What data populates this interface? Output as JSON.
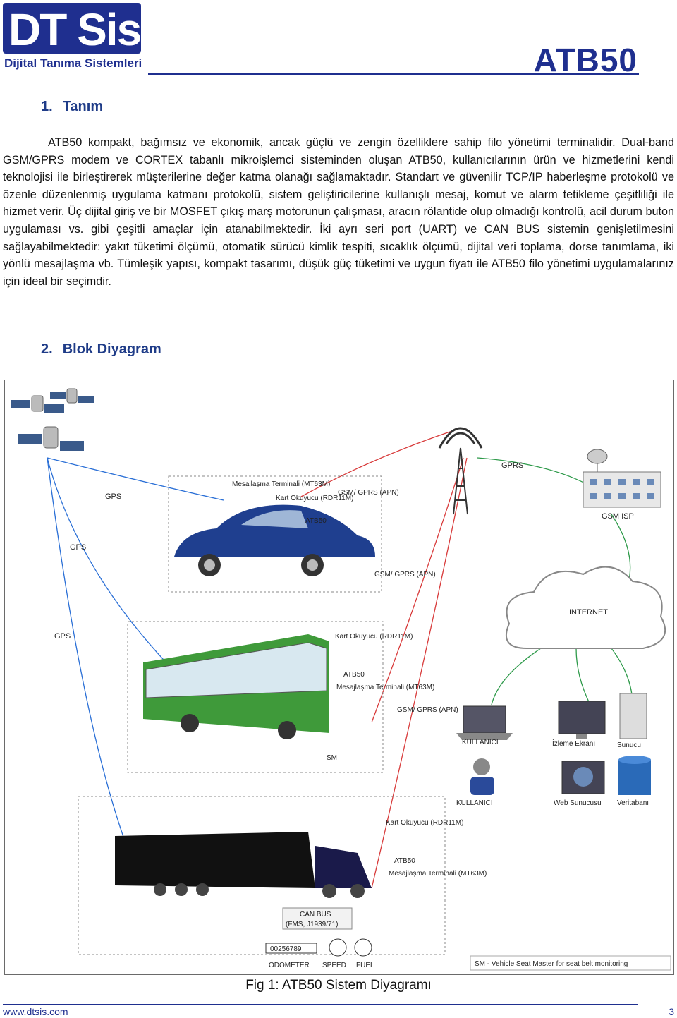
{
  "header": {
    "logo_text": "DT Sis",
    "logo_subtitle": "Dijital Tanıma Sistemleri",
    "product_code": "ATB50"
  },
  "section1": {
    "number": "1.",
    "title": "Tanım",
    "body": "ATB50 kompakt, bağımsız ve ekonomik, ancak güçlü ve zengin özelliklere sahip filo yönetimi terminalidir. Dual-band GSM/GPRS modem ve CORTEX tabanlı mikroişlemci sisteminden oluşan ATB50, kullanıcılarının ürün ve hizmetlerini kendi teknolojisi ile birleştirerek müşterilerine değer katma olanağı sağlamaktadır. Standart ve güvenilir TCP/IP haberleşme protokolü ve özenle düzenlenmiş uygulama katmanı protokolü, sistem geliştiricilerine kullanışlı mesaj, komut ve alarm tetikleme çeşitliliği ile hizmet verir. Üç dijital giriş ve bir MOSFET çıkış marş motorunun çalışması, aracın rölantide olup olmadığı kontrolü, acil durum buton uygulaması vs. gibi çeşitli amaçlar için atanabilmektedir. İki ayrı seri port (UART) ve CAN BUS sistemin genişletilmesini sağlayabilmektedir: yakıt tüketimi ölçümü, otomatik sürücü kimlik tespiti, sıcaklık ölçümü, dijital veri toplama, dorse tanımlama, iki yönlü mesajlaşma vb. Tümleşik yapısı, kompakt tasarımı, düşük güç tüketimi ve uygun fiyatı ile ATB50 filo yönetimi uygulamalarınız için ideal bir seçimdir."
  },
  "section2": {
    "number": "2.",
    "title": "Blok Diyagram"
  },
  "diagram": {
    "gps_labels": [
      "GPS",
      "GPS",
      "GPS"
    ],
    "gprs": "GPRS",
    "gsm_isp": "GSM ISP",
    "internet": "INTERNET",
    "car_labels": {
      "mesajlasma": "Mesajlaşma Terminali (MT63M)",
      "kart": "Kart Okuyucu (RDR11M)",
      "atb50": "ATB50",
      "gsm_gprs": "GSM/ GPRS (APN)"
    },
    "gsm_gprs_mid": "GSM/ GPRS (APN)",
    "bus_labels": {
      "kart": "Kart Okuyucu (RDR11M)",
      "atb50": "ATB50",
      "mesajlasma": "Mesajlaşma Terminali (MT63M)",
      "gsm_gprs": "GSM/ GPRS (APN)",
      "sm": "SM"
    },
    "truck_labels": {
      "kart": "Kart Okuyucu (RDR11M)",
      "atb50": "ATB50",
      "mesajlasma": "Mesajlaşma Terminali (MT63M)",
      "canbus": "CAN BUS",
      "canbus_sub": "(FMS, J1939/71)",
      "odometer_value": "00256789",
      "odometer": "ODOMETER",
      "speed": "SPEED",
      "fuel": "FUEL"
    },
    "server_labels": {
      "kullanici1": "KULLANICI",
      "izleme": "İzleme Ekranı",
      "sunucu": "Sunucu",
      "kullanici2": "KULLANICI",
      "web": "Web Sunucusu",
      "veritabani": "Veritabanı"
    },
    "legend": "SM  - Vehicle Seat Master for seat belt monitoring",
    "colors": {
      "gps_line": "#2a6fd6",
      "gsm_line": "#d83a3a",
      "isp_line": "#2e9a4a",
      "car_body": "#1f3f8f",
      "bus_body": "#3f9a3a"
    }
  },
  "caption": "Fig 1: ATB50 Sistem Diyagramı",
  "footer": {
    "url": "www.dtsis.com",
    "page": "3"
  }
}
